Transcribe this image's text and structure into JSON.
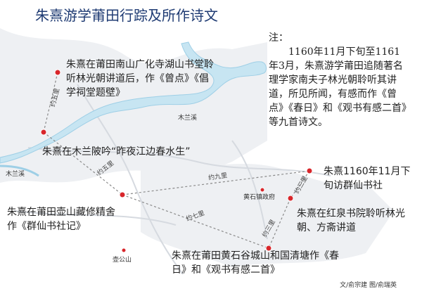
{
  "title": "朱熹游学莆田行踪及所作诗文",
  "note": {
    "heading": "注：",
    "body": "1160年11月下旬至1161年3月，朱熹游学莆田追随著名理学家南夫子林光朝聆听其讲道，所见所闻，有感而作《曾点》《春日》和《观书有感二首》等九首诗文。"
  },
  "places": {
    "nanshan": "朱熹在莆田南山广化寺湖山书堂聆听林光朝讲道后，作《曾点》《倡学祠堂题壁》",
    "mulanpi": "朱熹在木兰陂吟“昨夜江边春水生”",
    "huashan": "朱熹在莆田壶山藏修精舍作《群仙书社记》",
    "qunxian": "朱熹1160年11月下旬访群仙书社",
    "hongquan": "朱熹在红泉书院聆听林光朝、方斋讲道",
    "huangshigu": "朱熹在莆田黄石谷城山和国清塘作《春日》和《观书有感二首》"
  },
  "map_labels": {
    "mulanxi_right": "木兰溪",
    "mulanxi_left": "木兰溪",
    "huangshi": "黄石镇政府",
    "hushan": "壶公山"
  },
  "distances": {
    "d1": "约五里",
    "d2": "约五里",
    "d3": "约九里",
    "d4": "约七里",
    "d5": "约三里",
    "d6": "约三里"
  },
  "credit": "文/俞宗建   图/俞瑞英"
}
